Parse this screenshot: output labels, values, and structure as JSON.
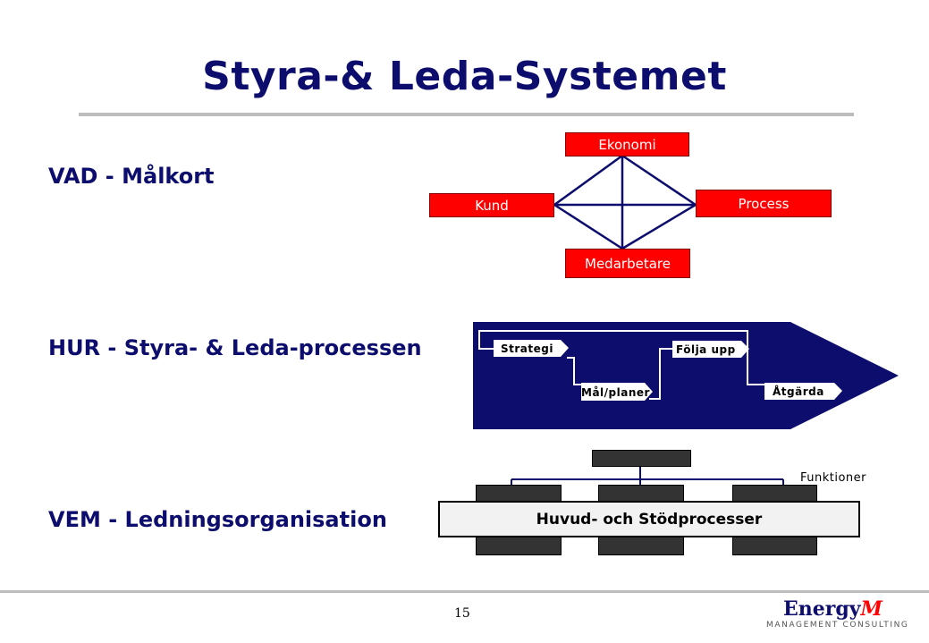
{
  "slide": {
    "title": "Styra-& Leda-Systemet",
    "page_number": "15"
  },
  "sections": {
    "vad": "VAD - Målkort",
    "hur": "HUR - Styra- & Leda-processen",
    "vem": "VEM - Ledningsorganisation"
  },
  "scorecard": {
    "top": "Ekonomi",
    "left": "Kund",
    "right": "Process",
    "bottom": "Medarbetare",
    "box_color": "#ff0000",
    "line_color": "#0d0d6e"
  },
  "process": {
    "steps": [
      "Strategi",
      "Mål/planer",
      "Följa upp",
      "Åtgärda"
    ],
    "arrow_color": "#0d0d6e"
  },
  "organization": {
    "main_bar": "Huvud- och Stödprocesser",
    "functions_label": "Funktioner"
  },
  "logo": {
    "name": "Energy",
    "name_suffix": "M",
    "subtitle": "MANAGEMENT CONSULTING"
  }
}
